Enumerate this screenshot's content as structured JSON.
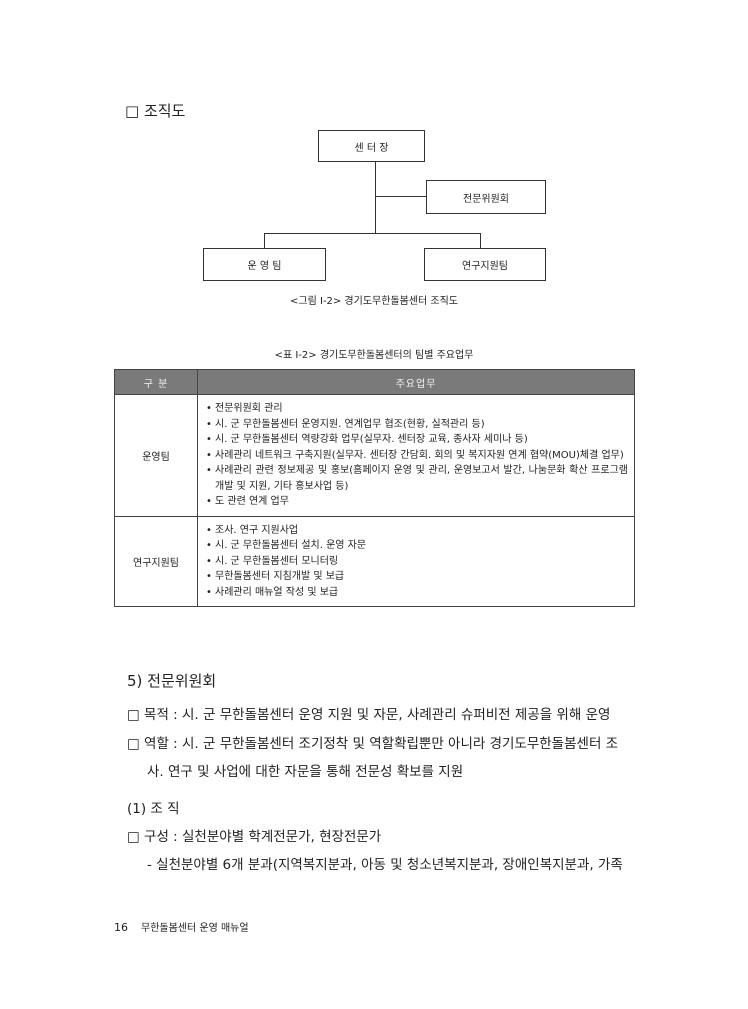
{
  "org_section": {
    "heading": "□ 조직도"
  },
  "org_chart": {
    "director": "센 터 장",
    "committee": "전문위원회",
    "ops_team": "운 영 팀",
    "research_team": "연구지원팀",
    "caption": "<그림 Ⅰ-2> 경기도무한돌봄센터 조직도"
  },
  "duty_table": {
    "caption": "<표 Ⅰ-2> 경기도무한돌봄센터의 팀별 주요업무",
    "headers": [
      "구 분",
      "주요업무"
    ],
    "rows": [
      {
        "category": "운영팀",
        "items": [
          "전문위원회 관리",
          "시. 군 무한돌봄센터 운영지원. 연계업무 협조(현황, 실적관리 등)",
          "시. 군 무한돌봄센터 역량강화 업무(실무자. 센터장 교육, 종사자 세미나 등)",
          "사례관리 네트워크 구축지원(실무자. 센터장 간담회. 회의 및 복지자원 연계 협약(MOU)체결 업무)",
          "사례관리 관련 정보제공 및 홍보(홈페이지 운영 및 관리, 운영보고서 발간, 나눔문화 확산 프로그램개발 및 지원, 기타 홍보사업 등)",
          "도 관련 연계 업무"
        ]
      },
      {
        "category": "연구지원팀",
        "items": [
          "조사. 연구 지원사업",
          "시. 군 무한돌봄센터 설치. 운영 자문",
          "시. 군 무한돌봄센터 모니터링",
          "무한돌봄센터 지침개발 및 보급",
          "사례관리 매뉴얼 작성 및 보급"
        ]
      }
    ]
  },
  "committee_section": {
    "heading": "5) 전문위원회",
    "purpose": "□ 목적 : 시. 군 무한돌봄센터 운영 지원 및 자문, 사례관리 슈퍼비전 제공을 위해 운영",
    "role_line1": "□ 역할 : 시. 군 무한돌봄센터 조기정착 및 역할확립뿐만 아니라 경기도무한돌봄센터 조",
    "role_line2": "사. 연구 및 사업에 대한 자문을 통해 전문성 확보를 지원",
    "sub_heading": "(1) 조 직",
    "composition": "□ 구성 : 실천분야별 학계전문가, 현장전문가",
    "composition_detail": "- 실천분야별 6개 분과(지역복지분과, 아동 및 청소년복지분과, 장애인복지분과, 가족"
  },
  "footer": {
    "page_number": "16",
    "title": "무한돌봄센터 운영 매뉴얼"
  }
}
